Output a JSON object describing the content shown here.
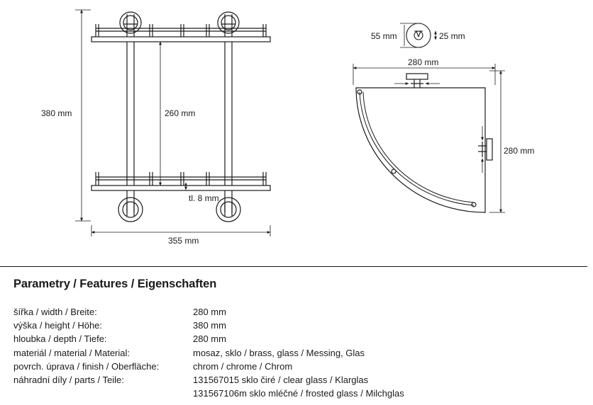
{
  "drawing": {
    "front": {
      "height": "380 mm",
      "inner_height": "260 mm",
      "thickness": "tl. 8 mm",
      "width": "355 mm"
    },
    "top": {
      "height": "55 mm",
      "diameter": "25 mm"
    },
    "side": {
      "width": "280 mm",
      "depth": "280 mm"
    }
  },
  "section_title": "Parametry / Features / Eigenschaften",
  "params": [
    {
      "label": "šířka / width / Breite:",
      "value": "280 mm"
    },
    {
      "label": "výška / height / Höhe:",
      "value": "380 mm"
    },
    {
      "label": "hloubka / depth / Tiefe:",
      "value": "280 mm"
    },
    {
      "label": "materiál / material / Material:",
      "value": "mosaz, sklo / brass, glass / Messing, Glas"
    },
    {
      "label": "povrch. úprava / finish / Oberfläche:",
      "value": "chrom / chrome / Chrom"
    },
    {
      "label": "náhradní díly / parts / Teile:",
      "value": "131567015  sklo čiré / clear glass / Klarglas"
    },
    {
      "label": "",
      "value": "131567106m  sklo mléčné / frosted glass / Milchglas"
    }
  ]
}
